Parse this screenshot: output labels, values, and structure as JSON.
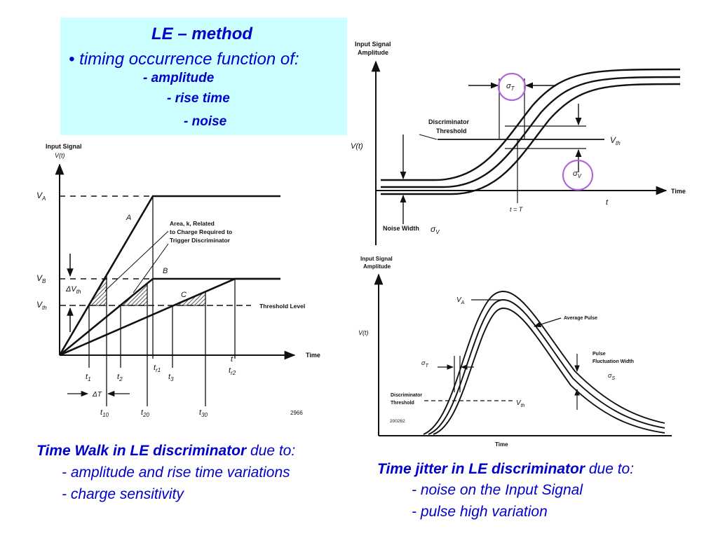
{
  "title_box": {
    "line1": "LE – method",
    "line2": "• timing occurrence function of:",
    "line3": "- amplitude",
    "line4": "- rise time",
    "line5": "- noise"
  },
  "walk": {
    "caption_bold": "Time Walk in LE discriminator",
    "caption_rest": " due to:",
    "reason1": "- amplitude and rise time variations",
    "reason2": "- charge sensitivity"
  },
  "jitter": {
    "caption_bold": "Time jitter in LE discriminator",
    "caption_rest": " due to:",
    "reason1": "- noise on the Input Signal",
    "reason2": "- pulse high variation"
  },
  "fig_walk": {
    "ylabel1": "Input Signal",
    "ylabel2": "V(t)",
    "va": "V",
    "va_sub": "A",
    "vb": "V",
    "vb_sub": "B",
    "vth": "V",
    "vth_sub": "th",
    "curve_a": "A",
    "curve_b": "B",
    "curve_c": "C",
    "area1": "Area, k, Related",
    "area2": "to Charge Required to",
    "area3": "Trigger Discriminator",
    "dvth": "ΔV",
    "dvth_sub": "th",
    "threshold": "Threshold Level",
    "time": "Time",
    "t1": "t",
    "t1_sub": "1",
    "t2": "t",
    "t2_sub": "2",
    "tr1": "t",
    "tr1_sub": "r1",
    "t3": "t",
    "t3_sub": "3",
    "t": "t",
    "tr2": "t",
    "tr2_sub": "r2",
    "dt": "ΔT",
    "t10": "t",
    "t10_sub": "10",
    "t20": "t",
    "t20_sub": "20",
    "t30": "t",
    "t30_sub": "30",
    "fig_no": "2966"
  },
  "fig_jitter": {
    "ylabel1": "Input Signal",
    "ylabel2": "Amplitude",
    "vt": "V(t)",
    "sigma_t": "σ",
    "sigma_t_sub": "T",
    "disc1": "Discriminator",
    "disc2": "Threshold",
    "vth": "V",
    "vth_sub": "th",
    "sigma_v": "σ",
    "sigma_v_sub": "V",
    "time": "Time",
    "t": "t",
    "t_eq": "t = T",
    "noise": "Noise Width",
    "noise_sigma": "σ",
    "noise_sigma_sub": "V"
  },
  "fig_pulse": {
    "ylabel1": "Input Signal",
    "ylabel2": "Amplitude",
    "vt": "V(t)",
    "va": "V",
    "va_sub": "A",
    "avg": "Average Pulse",
    "fluct1": "Pulse",
    "fluct2": "Fluctuation Width",
    "sigma_s": "σ",
    "sigma_s_sub": "S",
    "sigma_t": "σ",
    "sigma_t_sub": "T",
    "disc1": "Discriminator",
    "disc2": "Threshold",
    "vth": "V",
    "vth_sub": "th",
    "fig_no": "200262",
    "time": "Time"
  },
  "colors": {
    "text_blue": "#0000cc",
    "box_bg": "#ccffff",
    "circle": "#b266d9"
  }
}
